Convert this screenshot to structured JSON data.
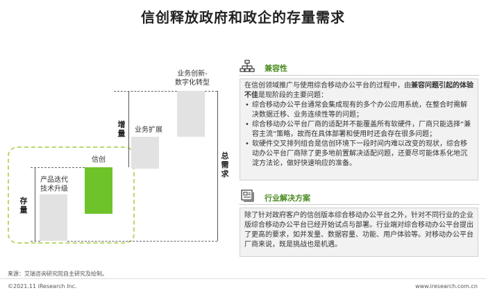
{
  "title": "信创释放政府和政企的存量需求",
  "diagram": {
    "stage_labels": {
      "iteration": "产品迭代\n技术升级",
      "xinchuang": "信创",
      "expansion": "业务扩展",
      "innovation": "业务创新-\n数字化转型"
    },
    "stock_label": "存\n量",
    "increment_label": "增\n量",
    "total_label": "总\n需\n求",
    "colors": {
      "grey_bar": "#e2e2e2",
      "green_bar": "#6fc32a",
      "dashed_border": "#b7d96a"
    }
  },
  "compat": {
    "icon": "hierarchy-icon",
    "title": "兼容性",
    "intro_pre": "在信创领域推广与使用综合移动办公平台的过程中，由",
    "intro_bold": "兼容问题引起的体验不佳",
    "intro_post": "是现阶段的主要问题：",
    "bullets": [
      "综合移动办公平台通常会集成现有的多个办公应用系统，在整合时需解决数据迁移、业务连续性等的问题；",
      "综合移动办公平台厂商的适配并不能覆盖所有软硬件，厂商只能选择“兼容主流”策略，故而在具体部署和使用时还会存在很多问题；",
      "软硬件交叉排列组合是信创环境下一段时间内难以改变的现状，综合移动办公平台厂商除了更多地前置解决适配问题，还要尽可能体系化地沉淀方法论，做好快速响应的准备。"
    ]
  },
  "industry": {
    "icon": "document-icon",
    "title": "行业解决方案",
    "text": "除了针对政府客户的信创版本综合移动办公平台之外，针对不同行业的企业版综合移动办公平台已经开始试点与部署。行业端对综合移动办公平台提出了更高的要求，如并发量、数据容量、功能、用户体验等。对移动办公平台厂商来说，既是挑战也是机遇。"
  },
  "source": "来源：艾瑞咨询研究院自主研究及绘制。",
  "copyright": "©2021.11 iResearch Inc.",
  "website": "www.iresearch.com.cn"
}
